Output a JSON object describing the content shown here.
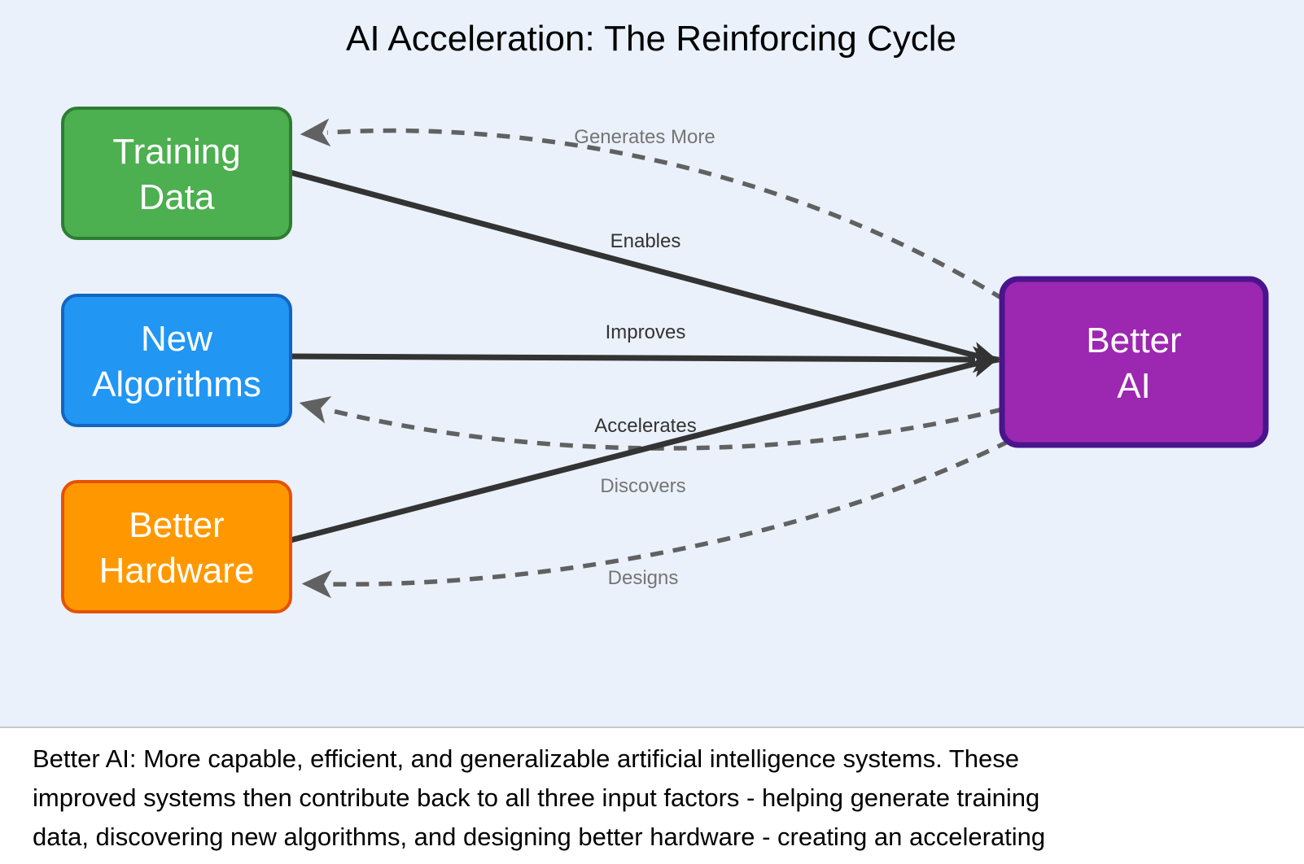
{
  "title": "AI Acceleration: The Reinforcing Cycle",
  "diagram": {
    "colors": {
      "background": "#eaf1fb",
      "title": "#000000",
      "solid_edge": "#333333",
      "dashed_edge": "#616161",
      "solid_label": "#333333",
      "dashed_label": "#757575",
      "node_text": "#ffffff"
    },
    "nodes": {
      "training_data": {
        "line1": "Training",
        "line2": "Data",
        "fill": "#4caf50",
        "border": "#2e7d32"
      },
      "new_algorithms": {
        "line1": "New",
        "line2": "Algorithms",
        "fill": "#2196f3",
        "border": "#1565c0"
      },
      "better_hardware": {
        "line1": "Better",
        "line2": "Hardware",
        "fill": "#ff9800",
        "border": "#e65100"
      },
      "better_ai": {
        "line1": "Better",
        "line2": "AI",
        "fill": "#9c27b0",
        "border": "#4a148c"
      }
    },
    "edges": {
      "enables": {
        "label": "Enables",
        "from": "Training Data",
        "to": "Better AI",
        "style": "solid"
      },
      "improves": {
        "label": "Improves",
        "from": "New Algorithms",
        "to": "Better AI",
        "style": "solid"
      },
      "accelerates": {
        "label": "Accelerates",
        "from": "Better Hardware",
        "to": "Better AI",
        "style": "solid"
      },
      "generates_more": {
        "label": "Generates More",
        "from": "Better AI",
        "to": "Training Data",
        "style": "dashed"
      },
      "discovers": {
        "label": "Discovers",
        "from": "Better AI",
        "to": "New Algorithms",
        "style": "dashed"
      },
      "designs": {
        "label": "Designs",
        "from": "Better AI",
        "to": "Better Hardware",
        "style": "dashed"
      }
    }
  },
  "caption": {
    "lines": [
      "Better AI: More capable, efficient, and generalizable artificial intelligence systems. These",
      "improved systems then contribute back to all three input factors - helping generate training",
      "data, discovering new algorithms, and designing better hardware - creating an accelerating"
    ]
  }
}
